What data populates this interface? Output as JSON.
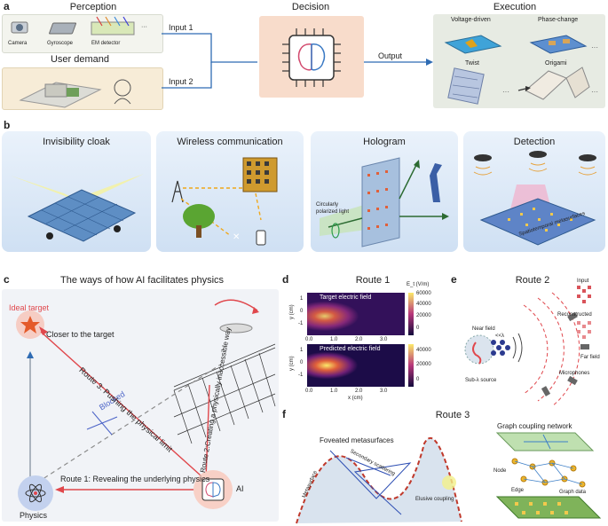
{
  "panel_a": {
    "letter": "a",
    "perception_title": "Perception",
    "decision_title": "Decision",
    "execution_title": "Execution",
    "sensors": [
      "Camera",
      "Gyroscope",
      "EM detector"
    ],
    "ellipsis": "···",
    "user_demand": "User demand",
    "input1": "Input 1",
    "input2": "Input 2",
    "output": "Output",
    "exec_items": [
      "Voltage-driven",
      "Phase-change",
      "Twist",
      "Origami"
    ]
  },
  "panel_b": {
    "letter": "b",
    "cards": [
      "Invisibility cloak",
      "Wireless communication",
      "Hologram",
      "Detection"
    ],
    "circ_label_1": "Circularly",
    "circ_label_2": "polarized light",
    "spatio_label": "Spatiotemporal metasurfaces"
  },
  "panel_c": {
    "letter": "c",
    "title": "The ways of how AI facilitates physics",
    "ideal_target": "Ideal target",
    "closer": "Closer to the target",
    "blocked": "Blocked",
    "route3": "Route 3: Pushing the physical limit",
    "route2": "Route 2:Creating a physically inaccessible way",
    "route1": "Route 1: Revealing the underlying physics",
    "physics": "Physics",
    "ai": "AI"
  },
  "panel_d": {
    "letter": "d",
    "title": "Route 1",
    "target_label": "Target electric field",
    "predicted_label": "Predicted electric field",
    "ylabel": "y (cm)",
    "xlabel": "x (cm)",
    "xticks": [
      "0.0",
      "1.0",
      "2.0",
      "3.0"
    ],
    "yticks": [
      "1",
      "0",
      "-1"
    ],
    "cbar_label": "E_t (V/m)",
    "cbar1_ticks": [
      "60000",
      "40000",
      "20000",
      "0"
    ],
    "cbar2_ticks": [
      "40000",
      "20000",
      "0"
    ],
    "colors": {
      "low": "#120a3c",
      "mid": "#b7367a",
      "high": "#fbe96a"
    }
  },
  "panel_e": {
    "letter": "e",
    "title": "Route 2",
    "input": "Input",
    "reconstructed": "Reconstructed",
    "near_field": "Near field",
    "lambda": "<<λ",
    "far_field": "Far field",
    "sub_source": "Sub-λ source",
    "microphones": "Microphones"
  },
  "panel_f": {
    "letter": "f",
    "title": "Route 3",
    "foveated": "Foveated metasurfaces",
    "secondary": "Secondary scattering",
    "metasurface": "Metasurface",
    "elusive": "Elusive coupling",
    "graph_network": "Graph coupling network",
    "node": "Node",
    "edge": "Edge",
    "graph_data": "Graph data"
  },
  "colors": {
    "accent_blue": "#2e6bb3",
    "route_red": "#e0474c",
    "peach": "#f8dccb",
    "exec_bg": "#e7ebe3"
  }
}
